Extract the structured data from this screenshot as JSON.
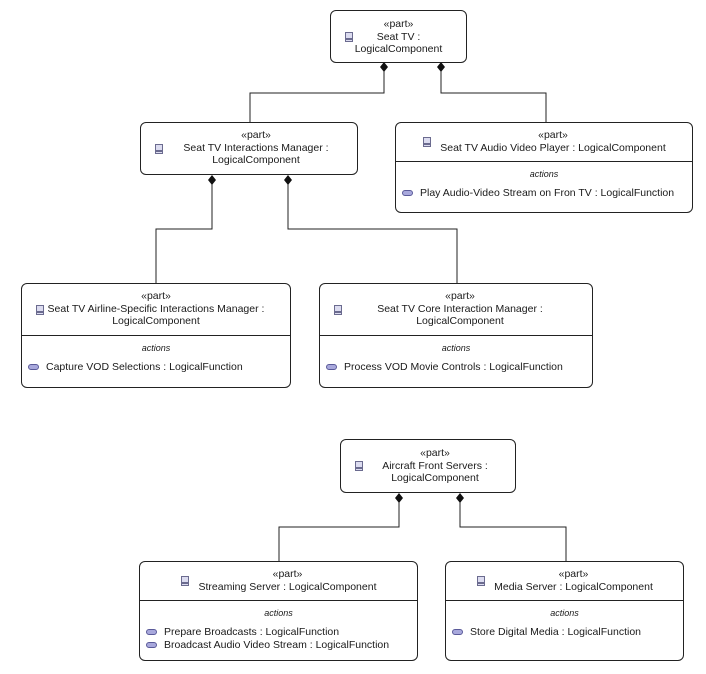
{
  "stereotype": "«part»",
  "actions_label": "actions",
  "colors": {
    "border": "#222222",
    "part_icon": "#dcdcf0",
    "function_pill": "#a8a8dc"
  },
  "parts": {
    "seat_tv": {
      "title1": "Seat TV :",
      "title2": "LogicalComponent"
    },
    "interactions_manager": {
      "title1": "Seat TV Interactions Manager :",
      "title2": "LogicalComponent"
    },
    "av_player": {
      "title1": "Seat TV Audio Video Player : LogicalComponent",
      "actions": [
        "Play Audio-Video Stream on Fron TV : LogicalFunction"
      ]
    },
    "airline_manager": {
      "title1": "Seat TV Airline-Specific Interactions Manager :",
      "title2": "LogicalComponent",
      "actions": [
        "Capture VOD Selections : LogicalFunction"
      ]
    },
    "core_manager": {
      "title1": "Seat TV Core Interaction Manager :",
      "title2": "LogicalComponent",
      "actions": [
        "Process VOD Movie Controls : LogicalFunction"
      ]
    },
    "front_servers": {
      "title1": "Aircraft Front Servers :",
      "title2": "LogicalComponent"
    },
    "streaming_server": {
      "title1": "Streaming Server : LogicalComponent",
      "actions": [
        "Prepare Broadcasts : LogicalFunction",
        "Broadcast Audio Video Stream : LogicalFunction"
      ]
    },
    "media_server": {
      "title1": "Media Server : LogicalComponent",
      "actions": [
        "Store Digital Media : LogicalFunction"
      ]
    }
  }
}
